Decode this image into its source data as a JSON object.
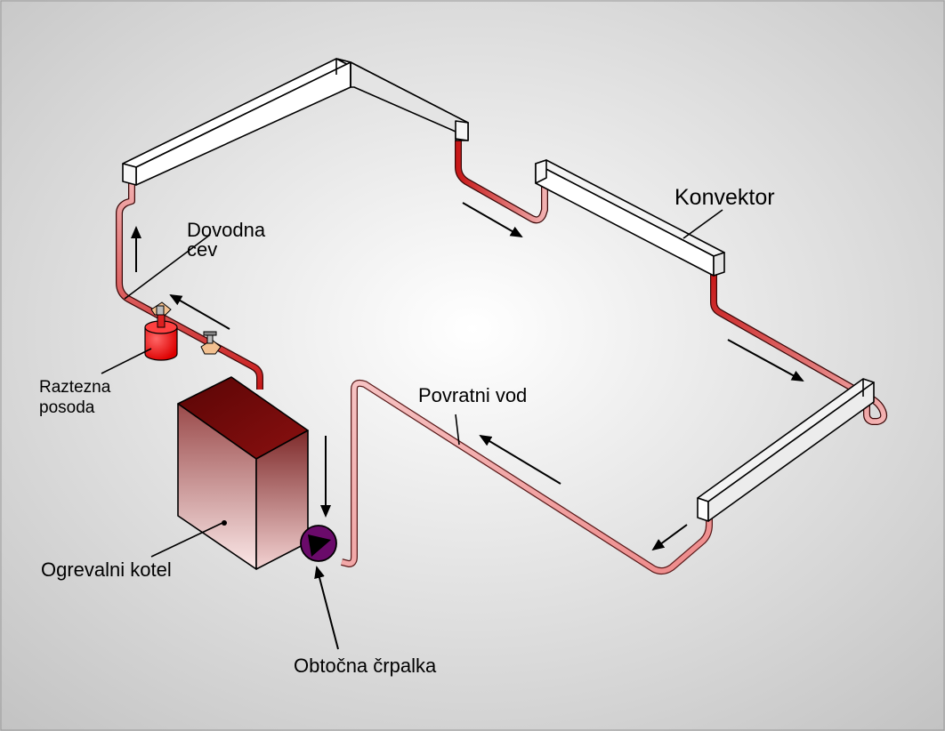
{
  "labels": {
    "konvektor": "Konvektor",
    "dovodna_line1": "Dovodna",
    "dovodna_line2": "cev",
    "raztezna_line1": "Raztezna",
    "raztezna_line2": "posoda",
    "povratni": "Povratni vod",
    "kotel": "Ogrevalni kotel",
    "crpalka": "Obtočna črpalka"
  },
  "colors": {
    "supply_pipe": "#cc2020",
    "return_pipe": "#f0a0a0",
    "boiler_top": "#7a0a0a",
    "pump": "#6a0a6a",
    "expansion_tank": "#ee1111",
    "background_center": "#ffffff",
    "background_edge": "#c4c4c4"
  }
}
